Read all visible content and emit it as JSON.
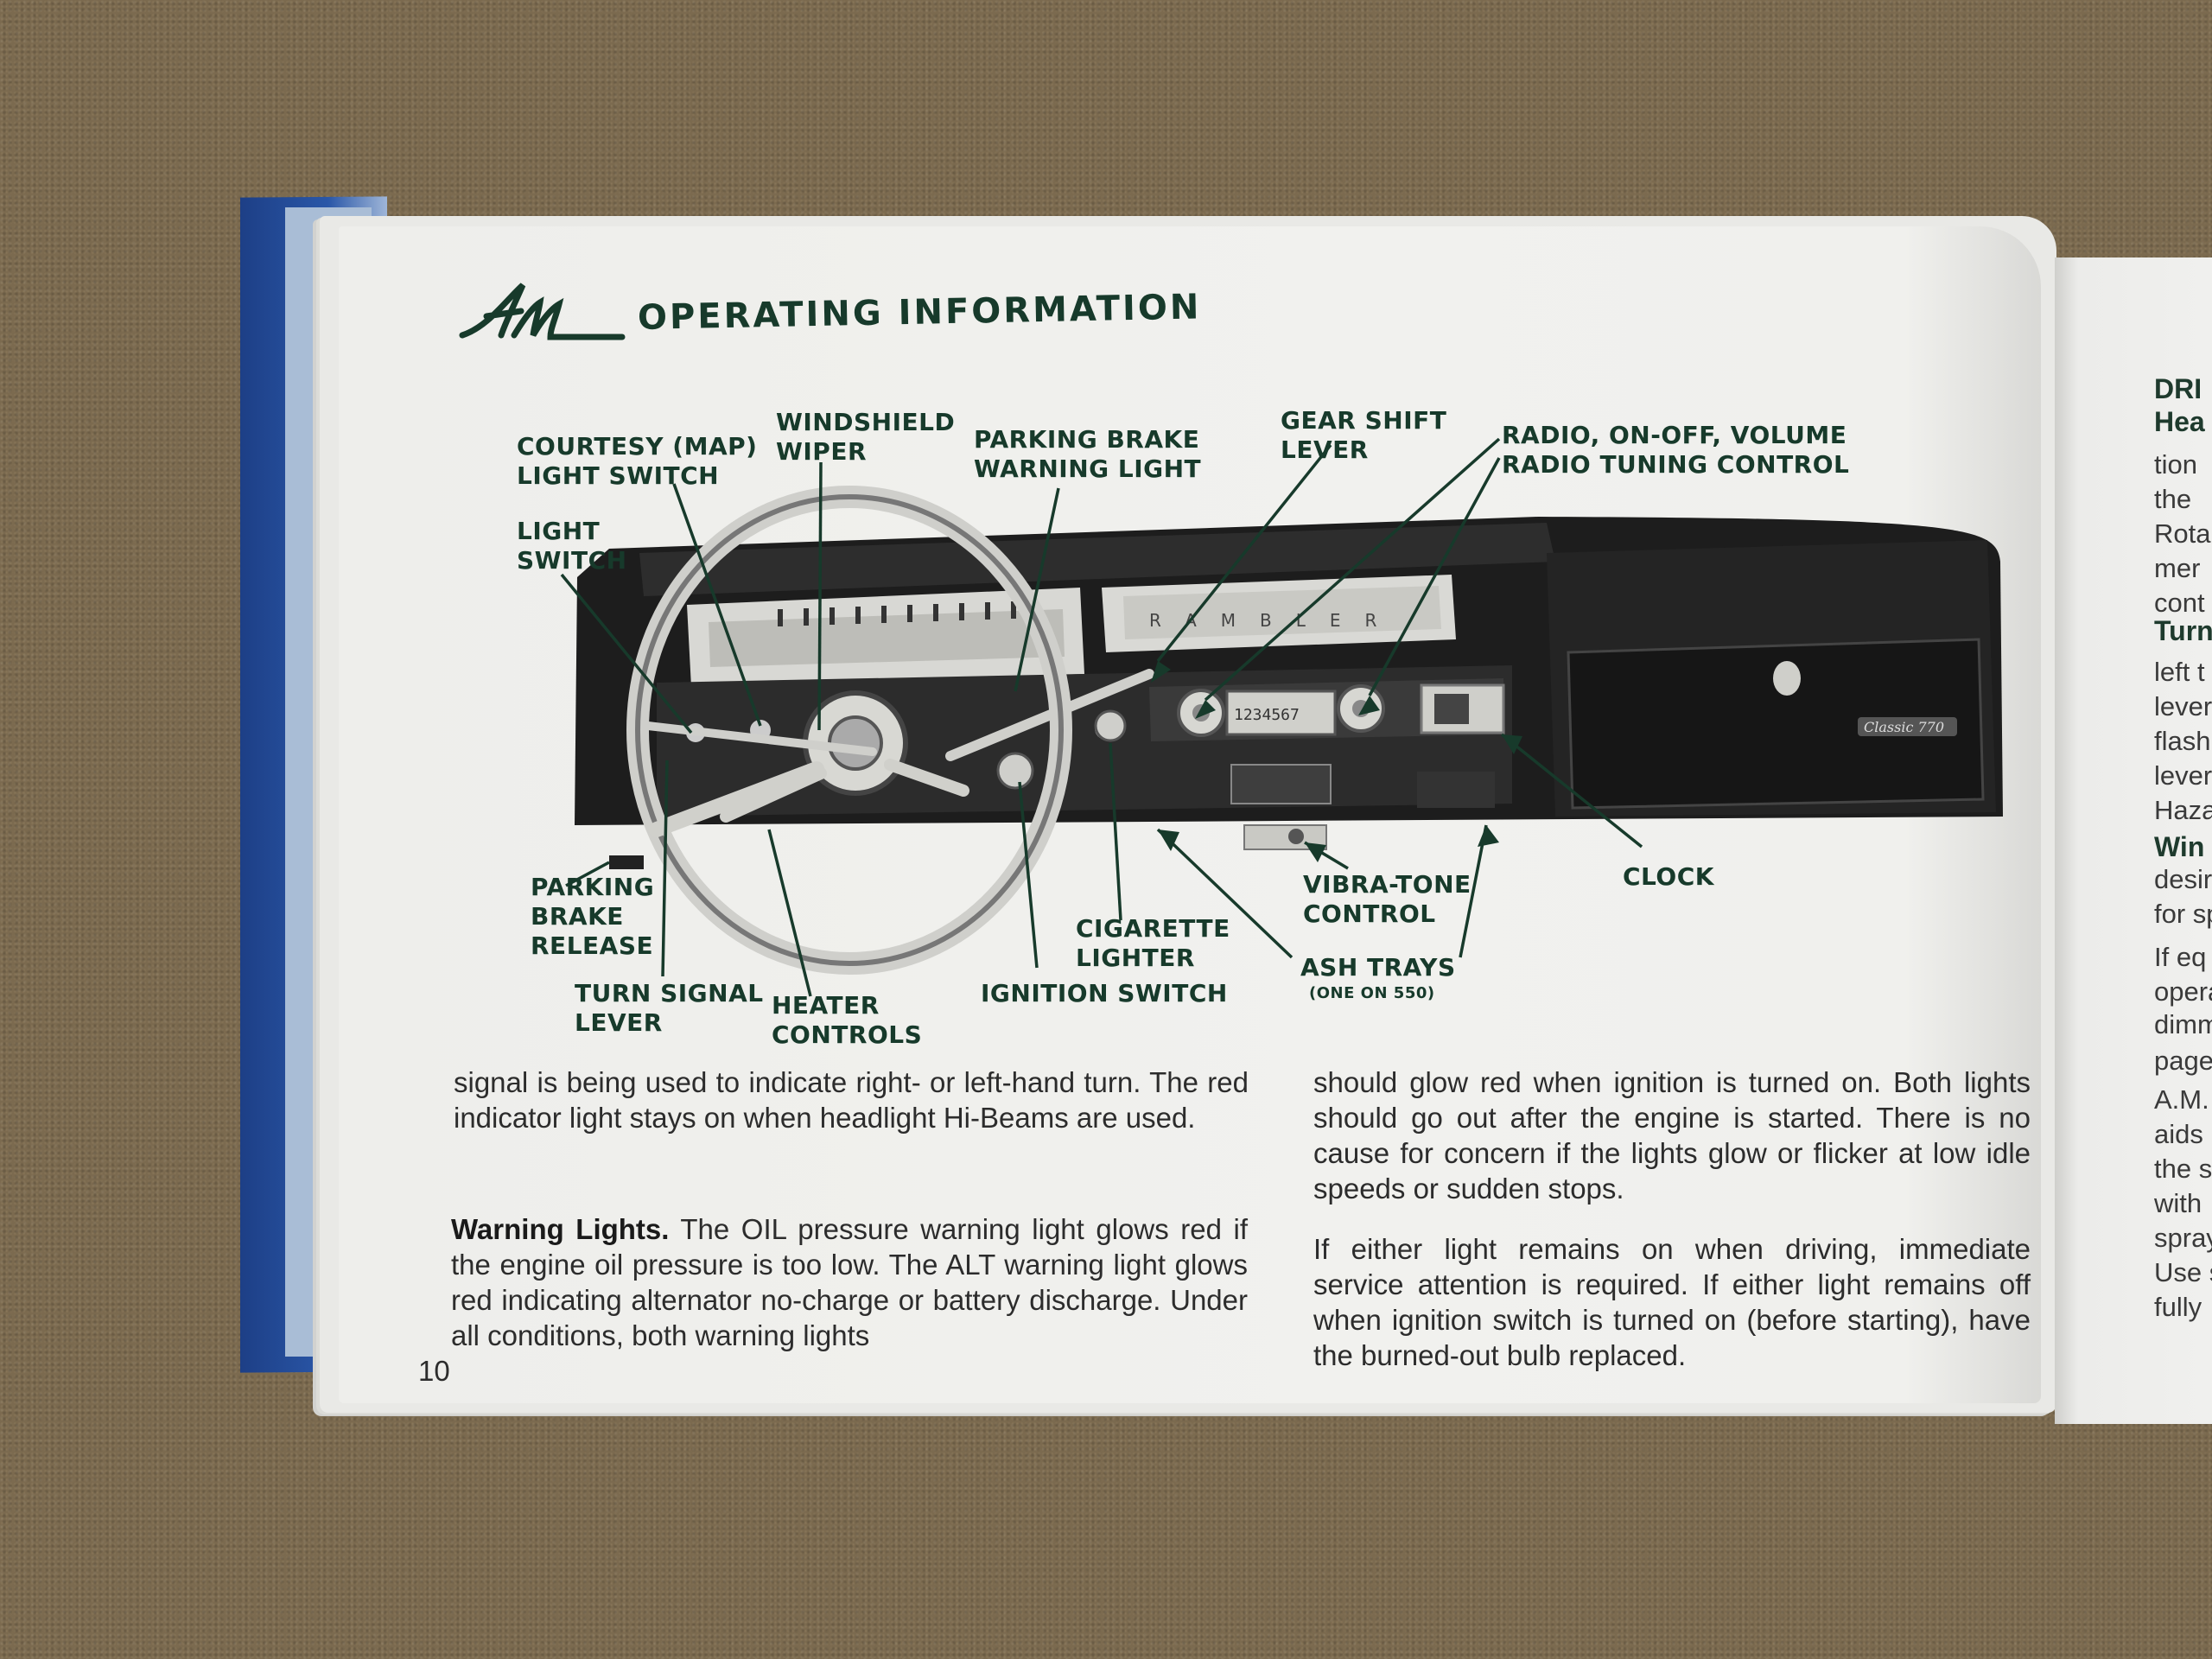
{
  "header": {
    "logo_text": "AM",
    "title": "OPERATING INFORMATION"
  },
  "callouts": {
    "courtesy_light": [
      "COURTESY (MAP)",
      "LIGHT SWITCH"
    ],
    "windshield_wiper": [
      "WINDSHIELD",
      "WIPER"
    ],
    "parking_brake_warning": [
      "PARKING BRAKE",
      "WARNING LIGHT"
    ],
    "gear_shift": [
      "GEAR SHIFT",
      "LEVER"
    ],
    "radio": [
      "RADIO, ON-OFF, VOLUME",
      "RADIO TUNING CONTROL"
    ],
    "light_switch": [
      "LIGHT",
      "SWITCH"
    ],
    "parking_brake_release": [
      "PARKING",
      "BRAKE",
      "RELEASE"
    ],
    "turn_signal": [
      "TURN SIGNAL",
      "LEVER"
    ],
    "heater_controls": [
      "HEATER",
      "CONTROLS"
    ],
    "ignition_switch": "IGNITION SWITCH",
    "cigarette_lighter": [
      "CIGARETTE",
      "LIGHTER"
    ],
    "vibra_tone": [
      "VIBRA-TONE",
      "CONTROL"
    ],
    "ash_trays": "ASH TRAYS",
    "ash_trays_note": "(ONE ON 550)",
    "clock": "CLOCK"
  },
  "illustration": {
    "radio_badge": "RAMBLER",
    "glovebox_badge": "Classic 770",
    "dial_readout": "1234567"
  },
  "left_column": {
    "para1": "signal is being used to indicate right- or left-hand turn. The red indicator light stays on when headlight Hi-Beams are used.",
    "warning_heading": "Warning Lights.",
    "para2": "The OIL pressure warning light glows red if the engine oil pressure is too low. The ALT warning light glows red indicating alternator no-charge or battery discharge. Under all conditions, both warning lights"
  },
  "right_column": {
    "para1": "should glow red when ignition is turned on. Both lights should go out after the engine is started. There is no cause for concern if the lights glow or flicker at low idle speeds or sudden stops.",
    "para2": "If either light remains on when driving, immediate service attention is required. If either light remains off when ignition switch is turned on (before starting), have the burned-out bulb replaced."
  },
  "page_number": "10",
  "next_page_fragments": {
    "lines": [
      "DRI",
      "Hea",
      "tion",
      "the",
      "Rota",
      "mer",
      "cont",
      "Turn",
      "left t",
      "lever",
      "flash",
      "lever",
      "Haza",
      "Win",
      "desir",
      "for sp",
      "If eq",
      "opera",
      "dimm",
      "page",
      "A.M.",
      "aids",
      "the s",
      "with",
      "spray",
      "Use s",
      "fully"
    ]
  },
  "colors": {
    "ink_green": "#173a2b",
    "paper": "#f0f0ed",
    "cover_blue": "#1d3f86",
    "carpet": "#7b6a4f"
  }
}
